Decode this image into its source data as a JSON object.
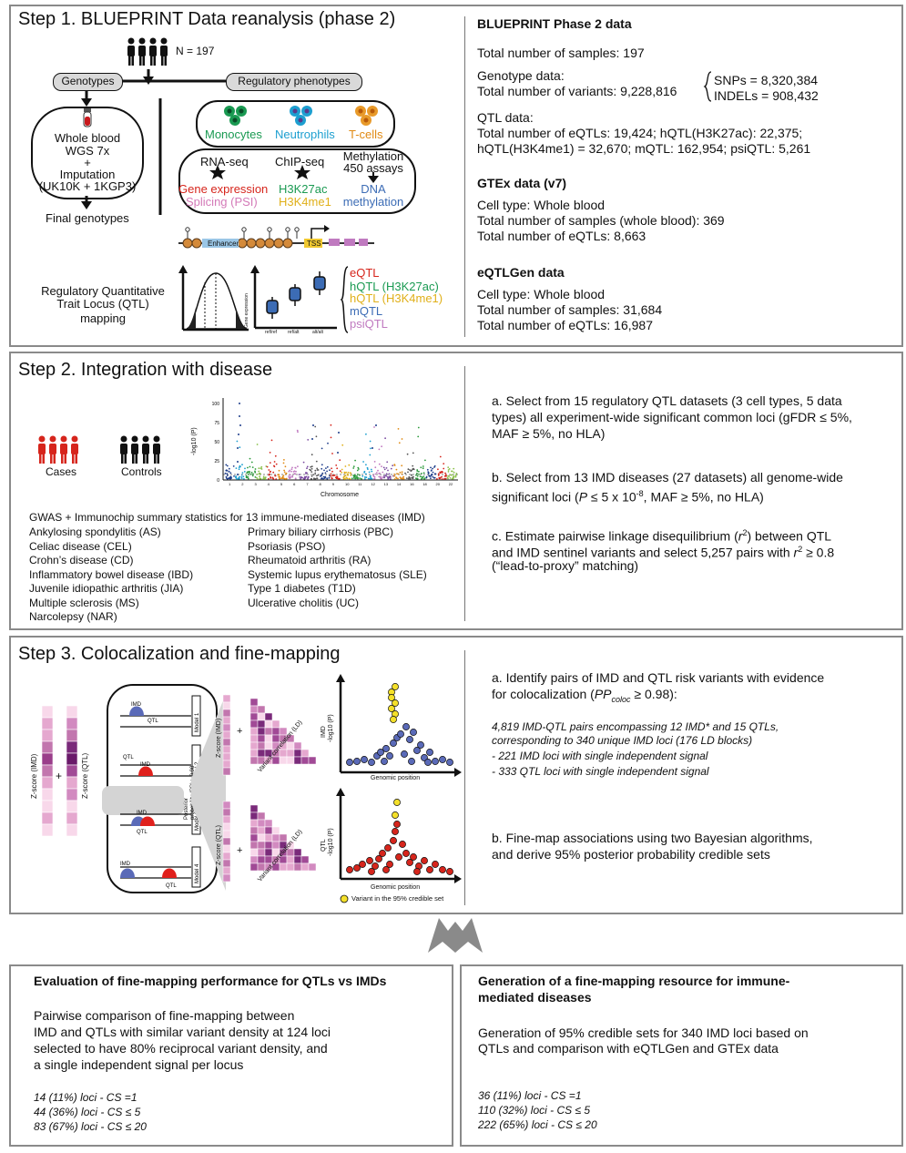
{
  "colors": {
    "red": "#d6251c",
    "green": "#1a9a52",
    "teal": "#1d9fd0",
    "orange": "#e08a14",
    "yellow": "#e8c61a",
    "blue": "#3c6cb5",
    "purple": "#b57ac4",
    "pink": "#e19ac3",
    "gray": "#8a8a8a"
  },
  "step1": {
    "title": "Step 1. BLUEPRINT Data reanalysis (phase 2)",
    "n_label": "N = 197",
    "genotypes_label": "Genotypes",
    "regulatory_label": "Regulatory phenotypes",
    "wgs_lines": [
      "Whole blood",
      "WGS 7x",
      "+",
      "Imputation",
      "(UK10K + 1KGP3)"
    ],
    "final_genotypes": "Final genotypes",
    "cells": [
      "Monocytes",
      "Neutrophils",
      "T-cells"
    ],
    "assays": {
      "rnaseq": "RNA-seq",
      "chipseq": "ChIP-seq",
      "methylation": [
        "Methylation",
        "450 assays"
      ],
      "gene_expression": "Gene expression",
      "splicing": "Splicing (PSI)",
      "h3k27ac": "H3K27ac",
      "h3k4me1": "H3K4me1",
      "dna_meth": [
        "DNA",
        "methylation"
      ]
    },
    "enhancer": "Enhancer",
    "tss": "TSS",
    "qtl_mapping": [
      "Regulatory Quantitative",
      "Trait Locus (QTL)",
      "mapping"
    ],
    "plot_ylabel": "Gene expression",
    "plot_xlabels": [
      "ref/ref",
      "ref/alt",
      "alt/alt"
    ],
    "qtl_types": [
      "eQTL",
      "hQTL (H3K27ac)",
      "hQTL (H3K4me1)",
      "mQTL",
      "psiQTL"
    ],
    "right": {
      "h1": "BLUEPRINT Phase 2 data",
      "samples": "Total number of samples: 197",
      "genotype_lines": [
        "Genotype data:",
        "Total number of variants: 9,228,816"
      ],
      "snps": "SNPs = 8,320,384",
      "indels": "INDELs = 908,432",
      "qtl_lines": [
        "QTL data:",
        "Total number of eQTLs: 19,424; hQTL(H3K27ac): 22,375;",
        "hQTL(H3K4me1) = 32,670; mQTL: 162,954; psiQTL: 5,261"
      ],
      "h2": "GTEx data (v7)",
      "gtex_lines": [
        "Cell type: Whole blood",
        "Total number of samples (whole blood): 369",
        "Total number of eQTLs: 8,663"
      ],
      "h3": "eQTLGen data",
      "eqtlgen_lines": [
        "Cell type: Whole blood",
        "Total number of samples: 31,684",
        "Total number of eQTLs: 16,987"
      ]
    }
  },
  "step2": {
    "title": "Step 2. Integration with disease",
    "cases": "Cases",
    "controls": "Controls",
    "manhattan_ylabel": "-log10 (P)",
    "manhattan_xlabel": "Chromosome",
    "manhattan_yticks": [
      "100",
      "75",
      "50",
      "25",
      "0"
    ],
    "manhattan_xticks": [
      "1",
      "2",
      "3",
      "4",
      "5",
      "6",
      "7",
      "8",
      "9",
      "10",
      "11",
      "12",
      "13",
      "14",
      "16",
      "18",
      "20",
      "22"
    ],
    "gwas_heading": "GWAS + Immunochip summary statistics for 13 immune-mediated diseases (IMD)",
    "diseases_left": [
      "Ankylosing spondylitis (AS)",
      "Celiac disease (CEL)",
      "Crohn’s disease (CD)",
      "Inflammatory bowel disease (IBD)",
      "Juvenile idiopathic arthritis (JIA)",
      "Multiple sclerosis (MS)",
      "Narcolepsy (NAR)"
    ],
    "diseases_right": [
      "Primary biliary cirrhosis (PBC)",
      "Psoriasis (PSO)",
      "Rheumatoid arthritis (RA)",
      "Systemic lupus erythematosus (SLE)",
      "Type 1 diabetes (T1D)",
      "Ulcerative cholitis (UC)"
    ],
    "a_lines": [
      "a. Select from 15 regulatory QTL datasets (3 cell types, 5 data",
      "types) all experiment-wide significant common loci (gFDR ≤ 5%,",
      "MAF ≥ 5%, no HLA)"
    ],
    "b_lines": [
      "b. Select from 13 IMD diseases (27 datasets) all genome-wide",
      "significant loci (P ≤ 5 x 10-8, MAF ≥ 5%, no HLA)"
    ],
    "c_lines": [
      "c. Estimate pairwise linkage disequilibrium (r2) between QTL",
      "and IMD sentinel variants and select 5,257 pairs with r2 ≥ 0.8",
      "(“lead-to-proxy” matching)"
    ]
  },
  "step3": {
    "title": "Step 3. Colocalization and fine-mapping",
    "zimd": "Z-score (IMD)",
    "zqtl": "Z-score (QTL)",
    "plus": "+",
    "imd": "IMD",
    "qtl": "QTL",
    "models": [
      "Model 1",
      "Model 2",
      "Model 3",
      "Model 4"
    ],
    "posterior": [
      "Posterior",
      "probability (PP) ≥ 0.98"
    ],
    "variant_corr": "Variant correlation (LD)",
    "imd_ylabel": [
      "IMD",
      "-log10 (P)"
    ],
    "qtl_ylabel": [
      "QTL",
      "-log10 (P)"
    ],
    "genomic_position": "Genomic position",
    "legend": "Variant in the 95% credible set",
    "a_lines": [
      "a. Identify pairs of IMD and QTL risk variants with evidence",
      "for colocalization (PPcoloc ≥ 0.98):"
    ],
    "italic_lines": [
      "4,819 IMD-QTL pairs encompassing 12 IMD* and 15 QTLs,",
      "corresponding to 340 unique IMD loci (176 LD blocks)",
      "- 221 IMD loci with single independent signal",
      "- 333 QTL loci with single independent signal"
    ],
    "b_lines": [
      "b. Fine-map associations using two Bayesian algorithms,",
      "and derive 95% posterior probability credible sets"
    ]
  },
  "bottom_left": {
    "title": "Evaluation of fine-mapping performance for QTLs vs IMDs",
    "body": [
      "Pairwise comparison of fine-mapping between",
      "IMD and QTLs with similar variant density at 124 loci",
      "selected to have 80% reciprocal variant density, and",
      "a single independent signal per locus"
    ],
    "stats": [
      "14 (11%) loci - CS =1",
      "44 (36%) loci - CS ≤ 5",
      "83 (67%) loci  - CS ≤ 20"
    ]
  },
  "bottom_right": {
    "title": [
      "Generation of a fine-mapping resource for immune-",
      "mediated diseases"
    ],
    "body": [
      "Generation of 95% credible sets for 340 IMD loci based on",
      "QTLs and comparison with eQTLGen and GTEx data"
    ],
    "stats": [
      "36 (11%) loci - CS =1",
      "110 (32%) loci - CS ≤ 5",
      "222 (65%) loci  - CS ≤ 20"
    ]
  }
}
